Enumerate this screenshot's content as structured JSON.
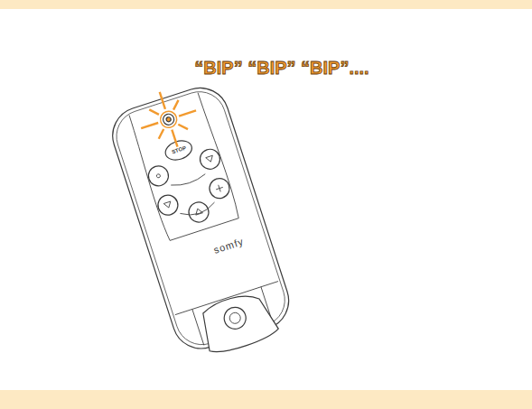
{
  "diagram": {
    "labels": [
      "“BIP” “BIP” “BIP”....",
      "STOP",
      "somfy"
    ]
  }
}
